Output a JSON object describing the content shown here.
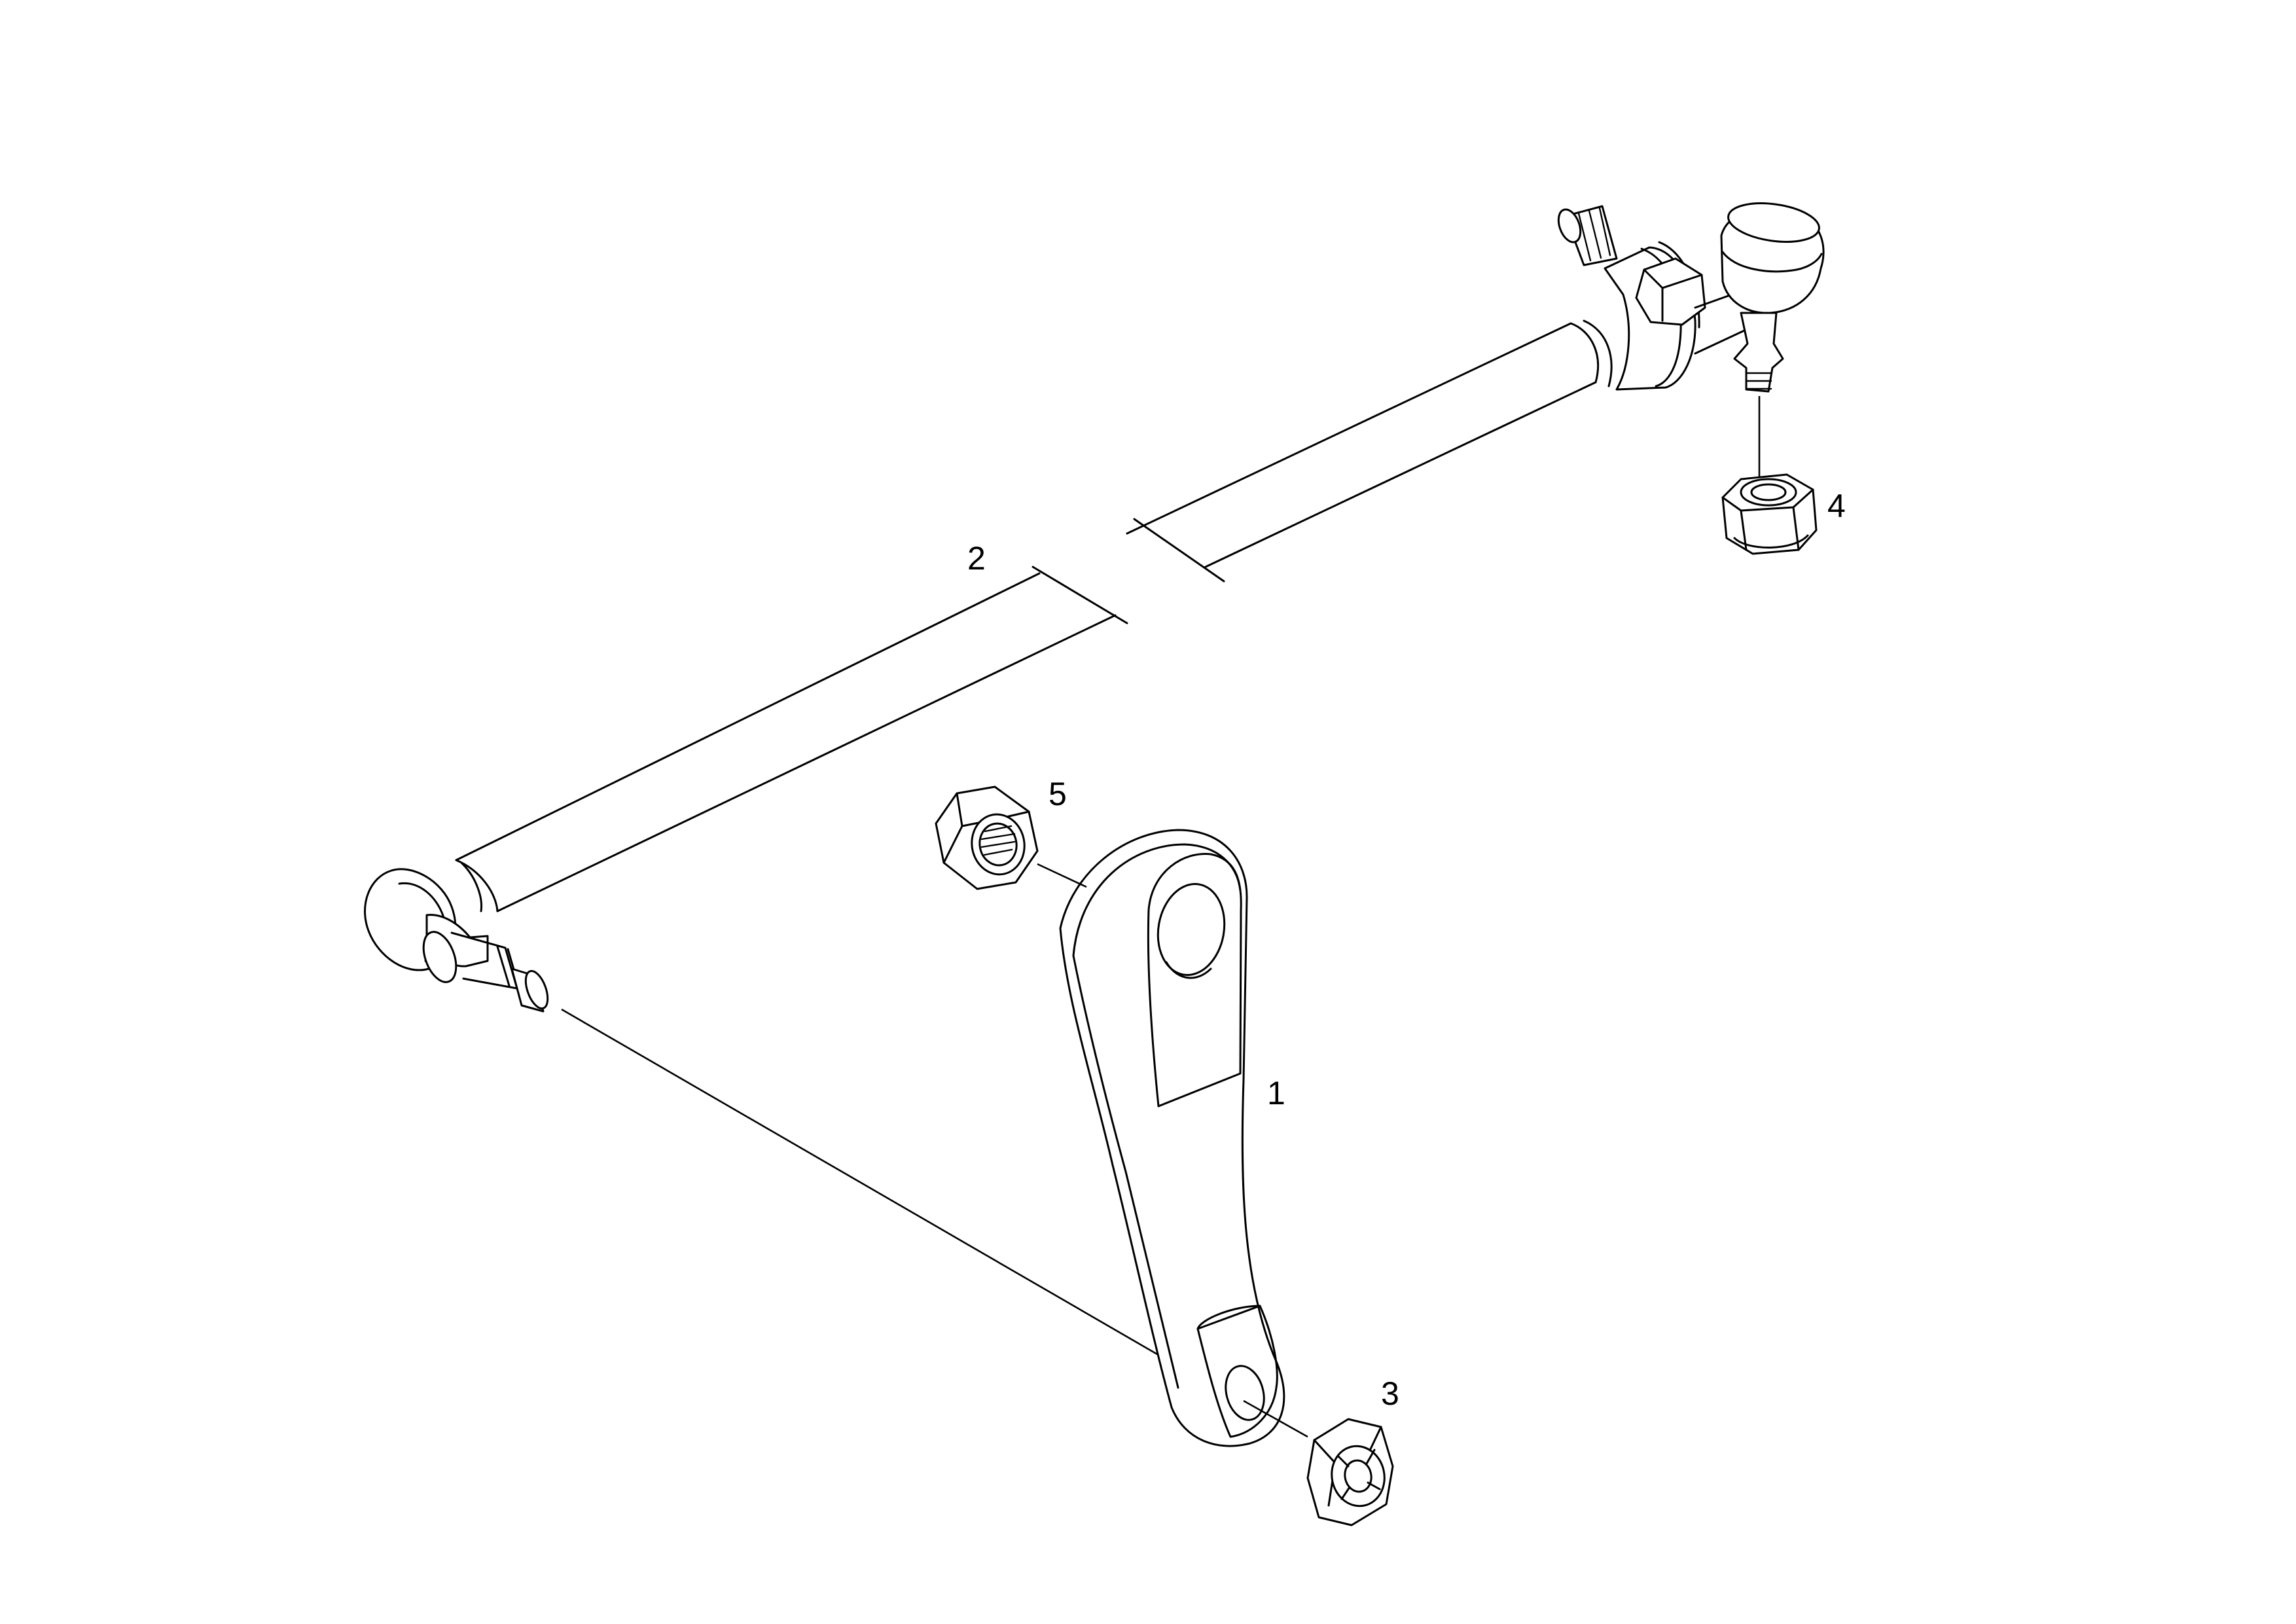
{
  "diagram": {
    "callouts": [
      "1",
      "2",
      "3",
      "4",
      "5"
    ],
    "line_color": "#000000",
    "background": "#ffffff"
  }
}
